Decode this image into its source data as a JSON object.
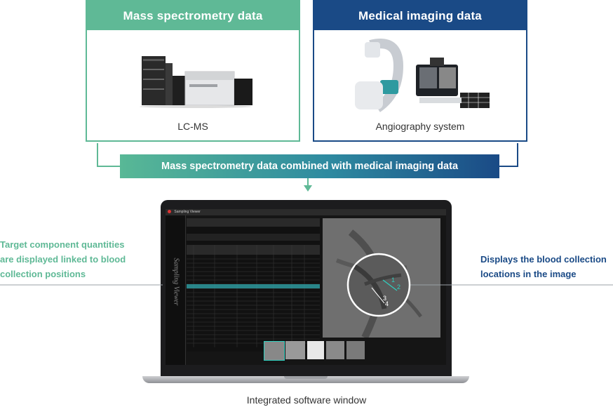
{
  "ms_box": {
    "title": "Mass spectrometry data",
    "caption": "LC-MS"
  },
  "mi_box": {
    "title": "Medical imaging data",
    "caption": "Angiography system"
  },
  "banner": {
    "text": "Mass spectrometry data combined with medical imaging data"
  },
  "callout_left": {
    "line1": "Target component quantities",
    "line2": "are displayed linked to blood",
    "line3": "collection positions"
  },
  "callout_right": {
    "line1": "Displays the blood collection",
    "line2": "locations in the image"
  },
  "app": {
    "title": "Sampling Viewer",
    "side_label": "Sampling Viewer",
    "image_markers": [
      "1",
      "2",
      "3",
      "4"
    ]
  },
  "caption": "Integrated software window",
  "colors": {
    "ms_green": "#5fb996",
    "mi_blue": "#1a4a86"
  }
}
